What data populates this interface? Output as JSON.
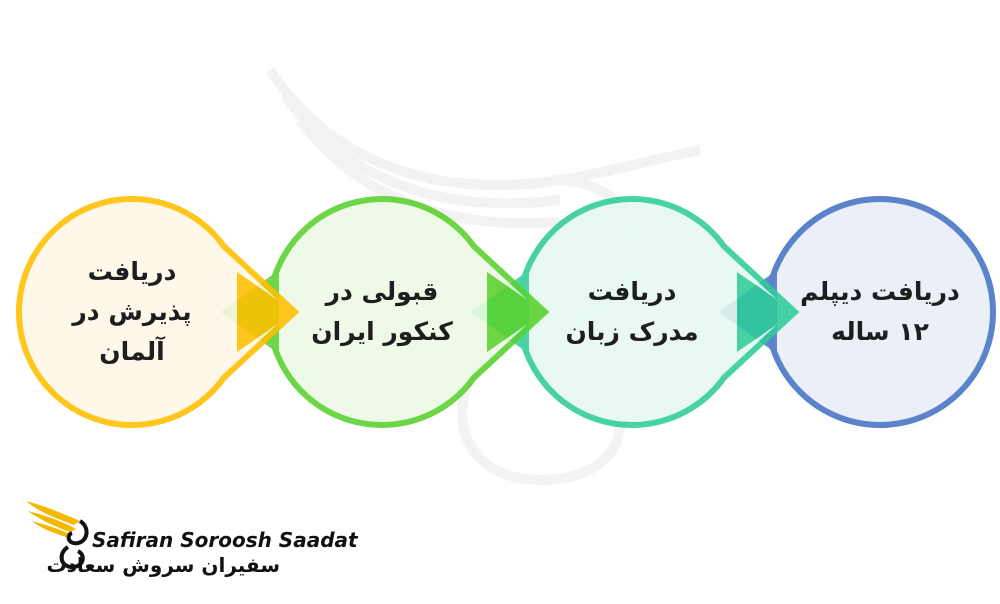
{
  "steps": [
    {
      "id": "diploma",
      "text": "دریافت دیپلم\n۱۲ ساله",
      "color": "#4472c4",
      "fill": "#e8edf8"
    },
    {
      "id": "language",
      "text": "دریافت\nمدرک زبان",
      "color": "#2ecc9a",
      "fill": "#e6f8f1"
    },
    {
      "id": "konkur",
      "text": "قبولی در\nکنکور ایران",
      "color": "#58d12e",
      "fill": "#ecfae4"
    },
    {
      "id": "germany",
      "text": "دریافت\nپذیرش در\nآلمان",
      "color": "#ffc000",
      "fill": "#fdf8e8"
    }
  ],
  "logo": {
    "name_en": "Safiran Soroosh Saadat",
    "name_fa": "سفیران سروش سعادت",
    "wing_color": "#f5b800"
  }
}
